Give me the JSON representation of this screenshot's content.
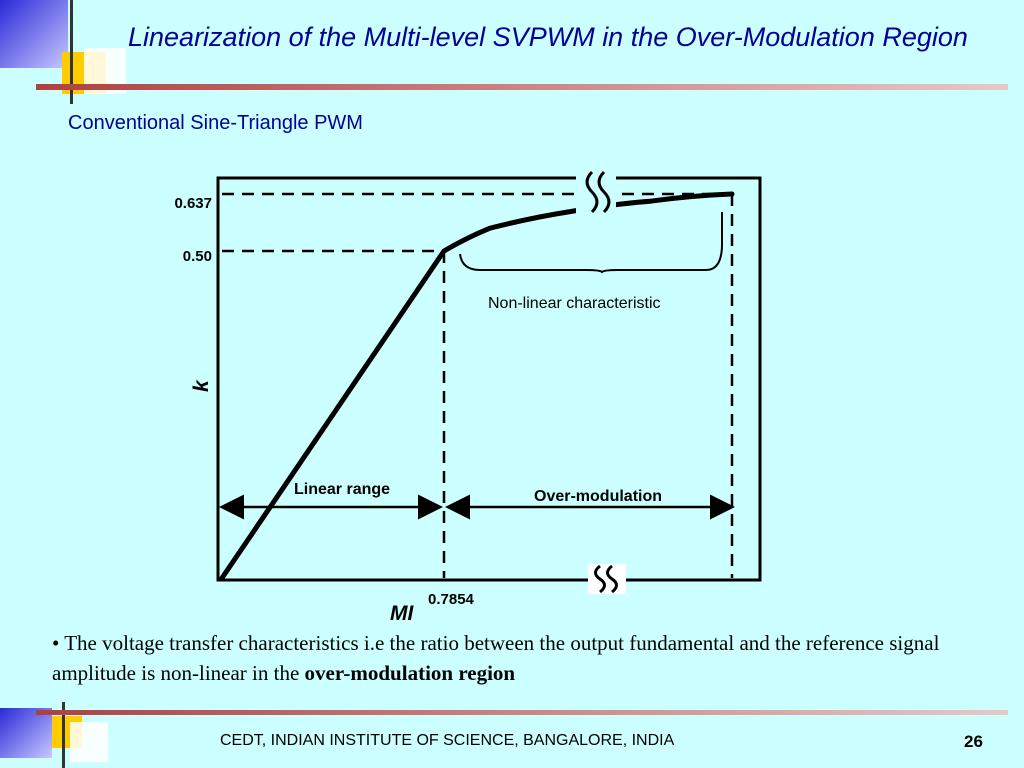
{
  "slide": {
    "title": "Linearization of the Multi-level SVPWM in the Over-Modulation Region",
    "subtitle": "Conventional Sine-Triangle PWM",
    "bullet_prefix": "• The voltage transfer characteristics i.e the ratio between the output fundamental and the reference signal amplitude is non-linear in the ",
    "bullet_bold": "over-modulation region",
    "footer": "CEDT, INDIAN INSTITUTE OF SCIENCE, BANGALORE, INDIA",
    "page_number": "26"
  },
  "colors": {
    "background": "#ccffff",
    "title": "#000099",
    "rule": "#c08080",
    "deco_blue": "#4040e0",
    "deco_yellow": "#ffcc00"
  },
  "chart_data": {
    "type": "line",
    "xlabel": "MI",
    "ylabel": "k",
    "y_ticks": [
      "0.637",
      "0.50"
    ],
    "x_ticks": [
      "0.7854"
    ],
    "series": [
      {
        "x": [
          0,
          0.7854,
          0.9,
          1.1,
          1.3,
          1.5
        ],
        "y": [
          0,
          0.5,
          0.555,
          0.595,
          0.62,
          0.637
        ]
      }
    ],
    "annotations": {
      "nonlinear": "Non-linear characteristic",
      "linear_range": "Linear range",
      "over_modulation": "Over-modulation"
    },
    "xlim": [
      0,
      1.5
    ],
    "ylim": [
      0,
      0.637
    ],
    "axis_break": true,
    "grid": false
  }
}
